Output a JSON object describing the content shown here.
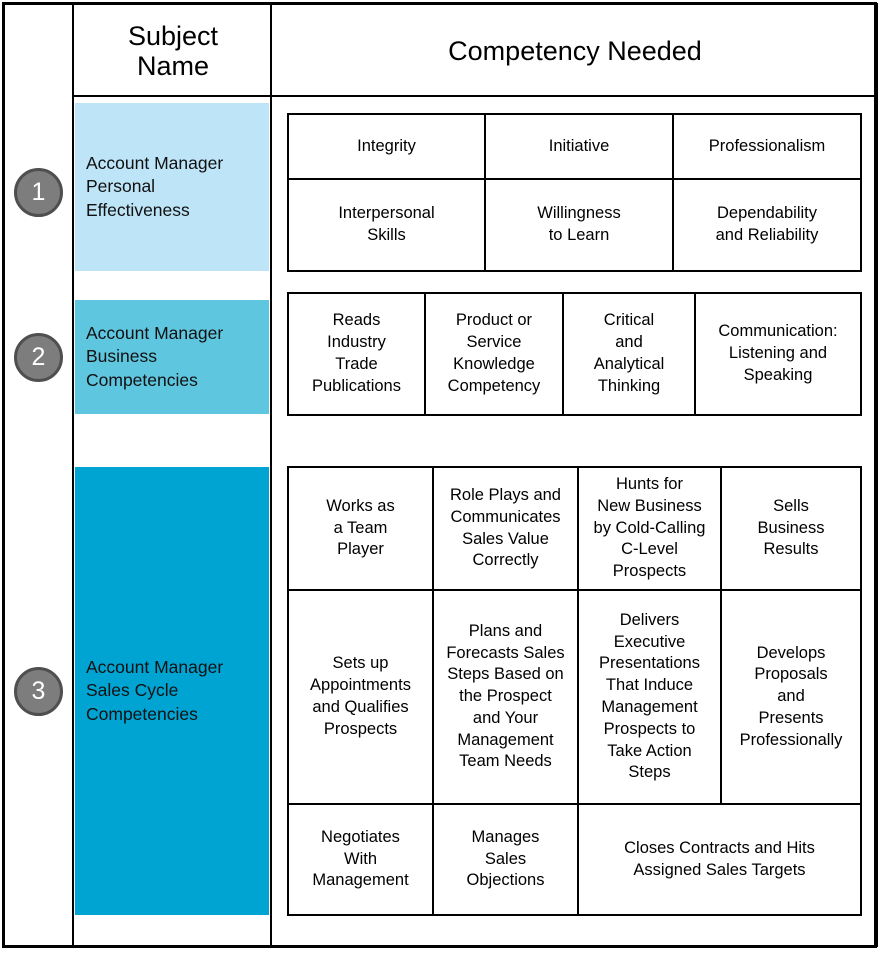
{
  "header": {
    "subject_column": "Subject\nName",
    "subject_column_line1": "Subject",
    "subject_column_line2": "Name",
    "competency_column": "Competency Needed"
  },
  "colors": {
    "block1": "#bde4f7",
    "block2": "#5fc6e0",
    "block3": "#00a4d3",
    "badge_fill": "#7d7d7d",
    "badge_border": "#4f4f4f",
    "badge_text": "#ffffff",
    "line": "#000000",
    "background": "#ffffff"
  },
  "rows": [
    {
      "number": "1",
      "subject": "Account Manager Personal Effectiveness",
      "subject_lines": [
        "Account Manager",
        "Personal",
        "Effectiveness"
      ],
      "competency_rows": [
        [
          "Integrity",
          "Initiative",
          "Professionalism"
        ],
        [
          "Interpersonal\nSkills",
          "Willingness\nto Learn",
          "Dependability\nand Reliability"
        ]
      ]
    },
    {
      "number": "2",
      "subject": "Account Manager Business Competencies",
      "subject_lines": [
        "Account Manager",
        "Business",
        "Competencies"
      ],
      "competency_rows": [
        [
          "Reads\nIndustry\nTrade\nPublications",
          "Product or\nService\nKnowledge\nCompetency",
          "Critical\nand\nAnalytical\nThinking",
          "Communication:\nListening and\nSpeaking"
        ]
      ]
    },
    {
      "number": "3",
      "subject": "Account Manager Sales Cycle Competencies",
      "subject_lines": [
        "Account Manager",
        "Sales Cycle",
        "Competencies"
      ],
      "competency_rows": [
        [
          "Works as\na Team\nPlayer",
          "Role Plays and\nCommunicates\nSales Value\nCorrectly",
          "Hunts for\nNew Business\nby Cold-Calling\nC-Level\nProspects",
          "Sells\nBusiness\nResults"
        ],
        [
          "Sets up\nAppointments\nand Qualifies\nProspects",
          "Plans and\nForecasts Sales\nSteps Based on\nthe Prospect\nand Your\nManagement\nTeam Needs",
          "Delivers\nExecutive\nPresentations\nThat Induce\nManagement\nProspects to\nTake Action\nSteps",
          "Develops\nProposals\nand\nPresents\nProfessionally"
        ],
        [
          "Negotiates\nWith\nManagement",
          "Manages\nSales\nObjections",
          "Closes Contracts and Hits\nAssigned Sales Targets"
        ]
      ]
    }
  ]
}
